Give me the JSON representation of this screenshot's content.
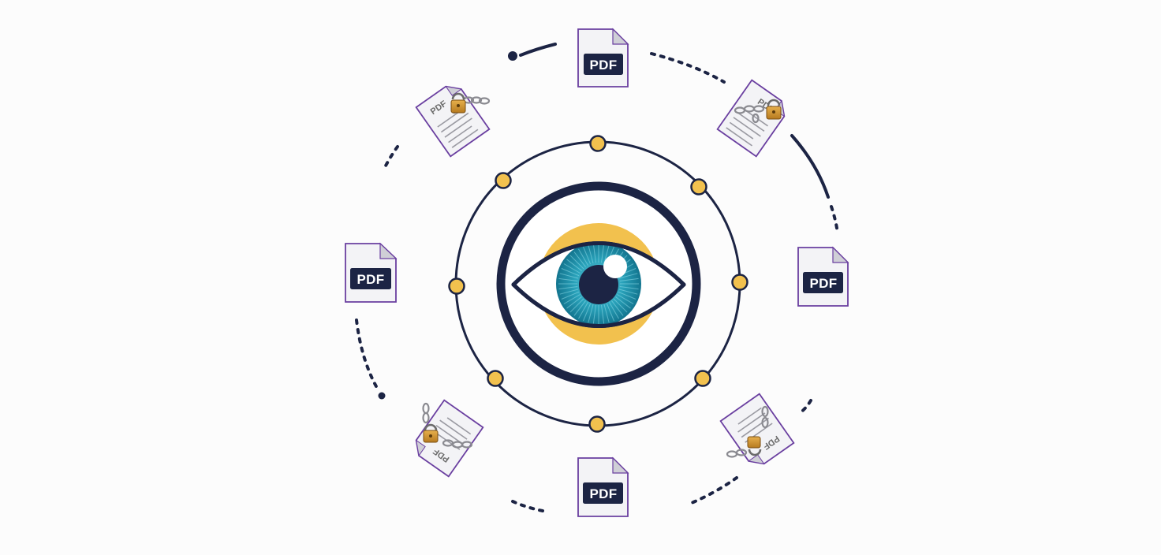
{
  "diagram": {
    "pdf_label": "PDF",
    "locked_label": "PDF",
    "files": [
      {
        "id": "top",
        "kind": "plain"
      },
      {
        "id": "right",
        "kind": "plain"
      },
      {
        "id": "bottom",
        "kind": "plain"
      },
      {
        "id": "left",
        "kind": "plain"
      },
      {
        "id": "top-left",
        "kind": "locked"
      },
      {
        "id": "top-right",
        "kind": "locked"
      },
      {
        "id": "bottom-right",
        "kind": "locked"
      },
      {
        "id": "bottom-left",
        "kind": "locked"
      }
    ],
    "center_icon": "eye-icon",
    "file_icon": "pdf-file-icon",
    "lock_icon": "padlock-chain-icon",
    "colors": {
      "navy": "#1c2444",
      "gold": "#f2c14e",
      "teal": "#1e95ac",
      "file_border": "#6a3fa0",
      "file_fill": "#f3f3f6",
      "background": "#fcfcfc"
    }
  }
}
